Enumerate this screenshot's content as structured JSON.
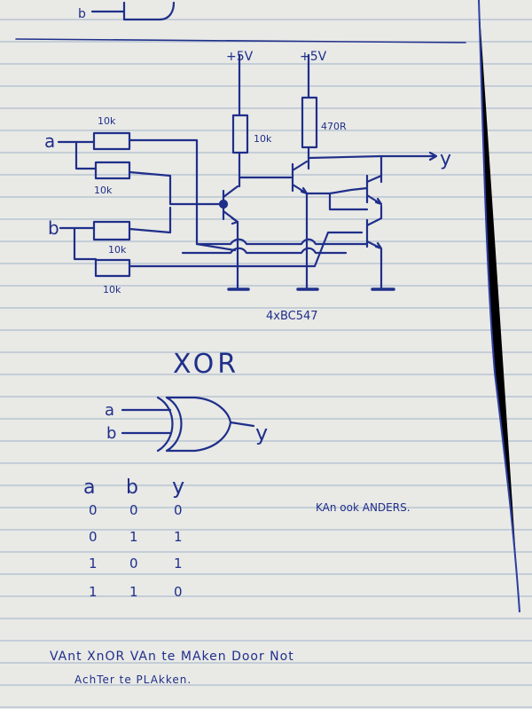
{
  "colors": {
    "paper": "#e9e9e6",
    "ink": "#1f2f8a",
    "rule": "#9fb3c8"
  },
  "top_fragment": {
    "input_label": "b"
  },
  "circuit": {
    "input_a": "a",
    "input_b": "b",
    "resistor_a1": "10k",
    "resistor_a2": "10k",
    "resistor_b1": "10k",
    "resistor_b2": "10k",
    "resistor_r1": "10k",
    "resistor_r2": "470R",
    "supply_1": "+5V",
    "supply_2": "+5V",
    "output": "y",
    "parts_note": "4xBC547"
  },
  "gate": {
    "title": "XOR",
    "input_a": "a",
    "input_b": "b",
    "output": "y"
  },
  "truth_table": {
    "headers": [
      "a",
      "b",
      "y"
    ],
    "rows": [
      [
        "0",
        "0",
        "0"
      ],
      [
        "0",
        "1",
        "1"
      ],
      [
        "1",
        "0",
        "1"
      ],
      [
        "1",
        "1",
        "0"
      ]
    ]
  },
  "notes": {
    "side_note": "KAn ook ANDERS.",
    "bottom_line1": "VAnt XnOR VAn te MAken Door Not",
    "bottom_line2": "AchTer te PLAkken."
  }
}
